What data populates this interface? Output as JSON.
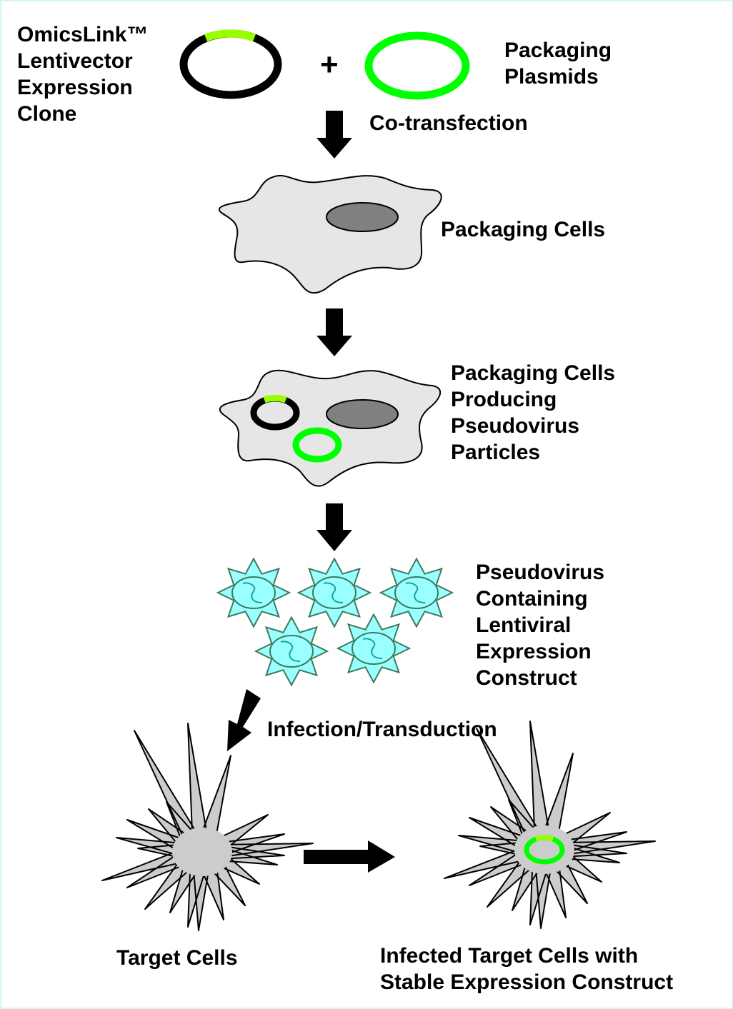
{
  "diagram": {
    "title": "Lentiviral packaging and transduction workflow",
    "labels": {
      "expression_clone": "OmicsLink™\nLentivector\nExpression\nClone",
      "plus": "+",
      "packaging_plasmids": "Packaging\nPlasmids",
      "cotransfection": "Co-transfection",
      "packaging_cells": "Packaging Cells",
      "producing_cells": "Packaging Cells\nProducing\nPseudovirus\nParticles",
      "pseudovirus": "Pseudovirus\nContaining\nLentiviral\nExpression\nConstruct",
      "infection": "Infection/Transduction",
      "target_cells": "Target Cells",
      "infected_cells": "Infected Target Cells with\nStable Expression Construct"
    },
    "colors": {
      "plasmid_black": "#000000",
      "insert_green": "#99ff00",
      "packaging_plasmid_green": "#00ff00",
      "cell_fill": "#e6e6e6",
      "nucleus_fill": "#808080",
      "virus_fill": "#99ffff",
      "virus_stroke": "#3d7a5c",
      "virus_rna": "#1aa39a",
      "target_cell_fill": "#cccccc",
      "border": "#d6f5ec"
    },
    "virus_count": 5
  }
}
